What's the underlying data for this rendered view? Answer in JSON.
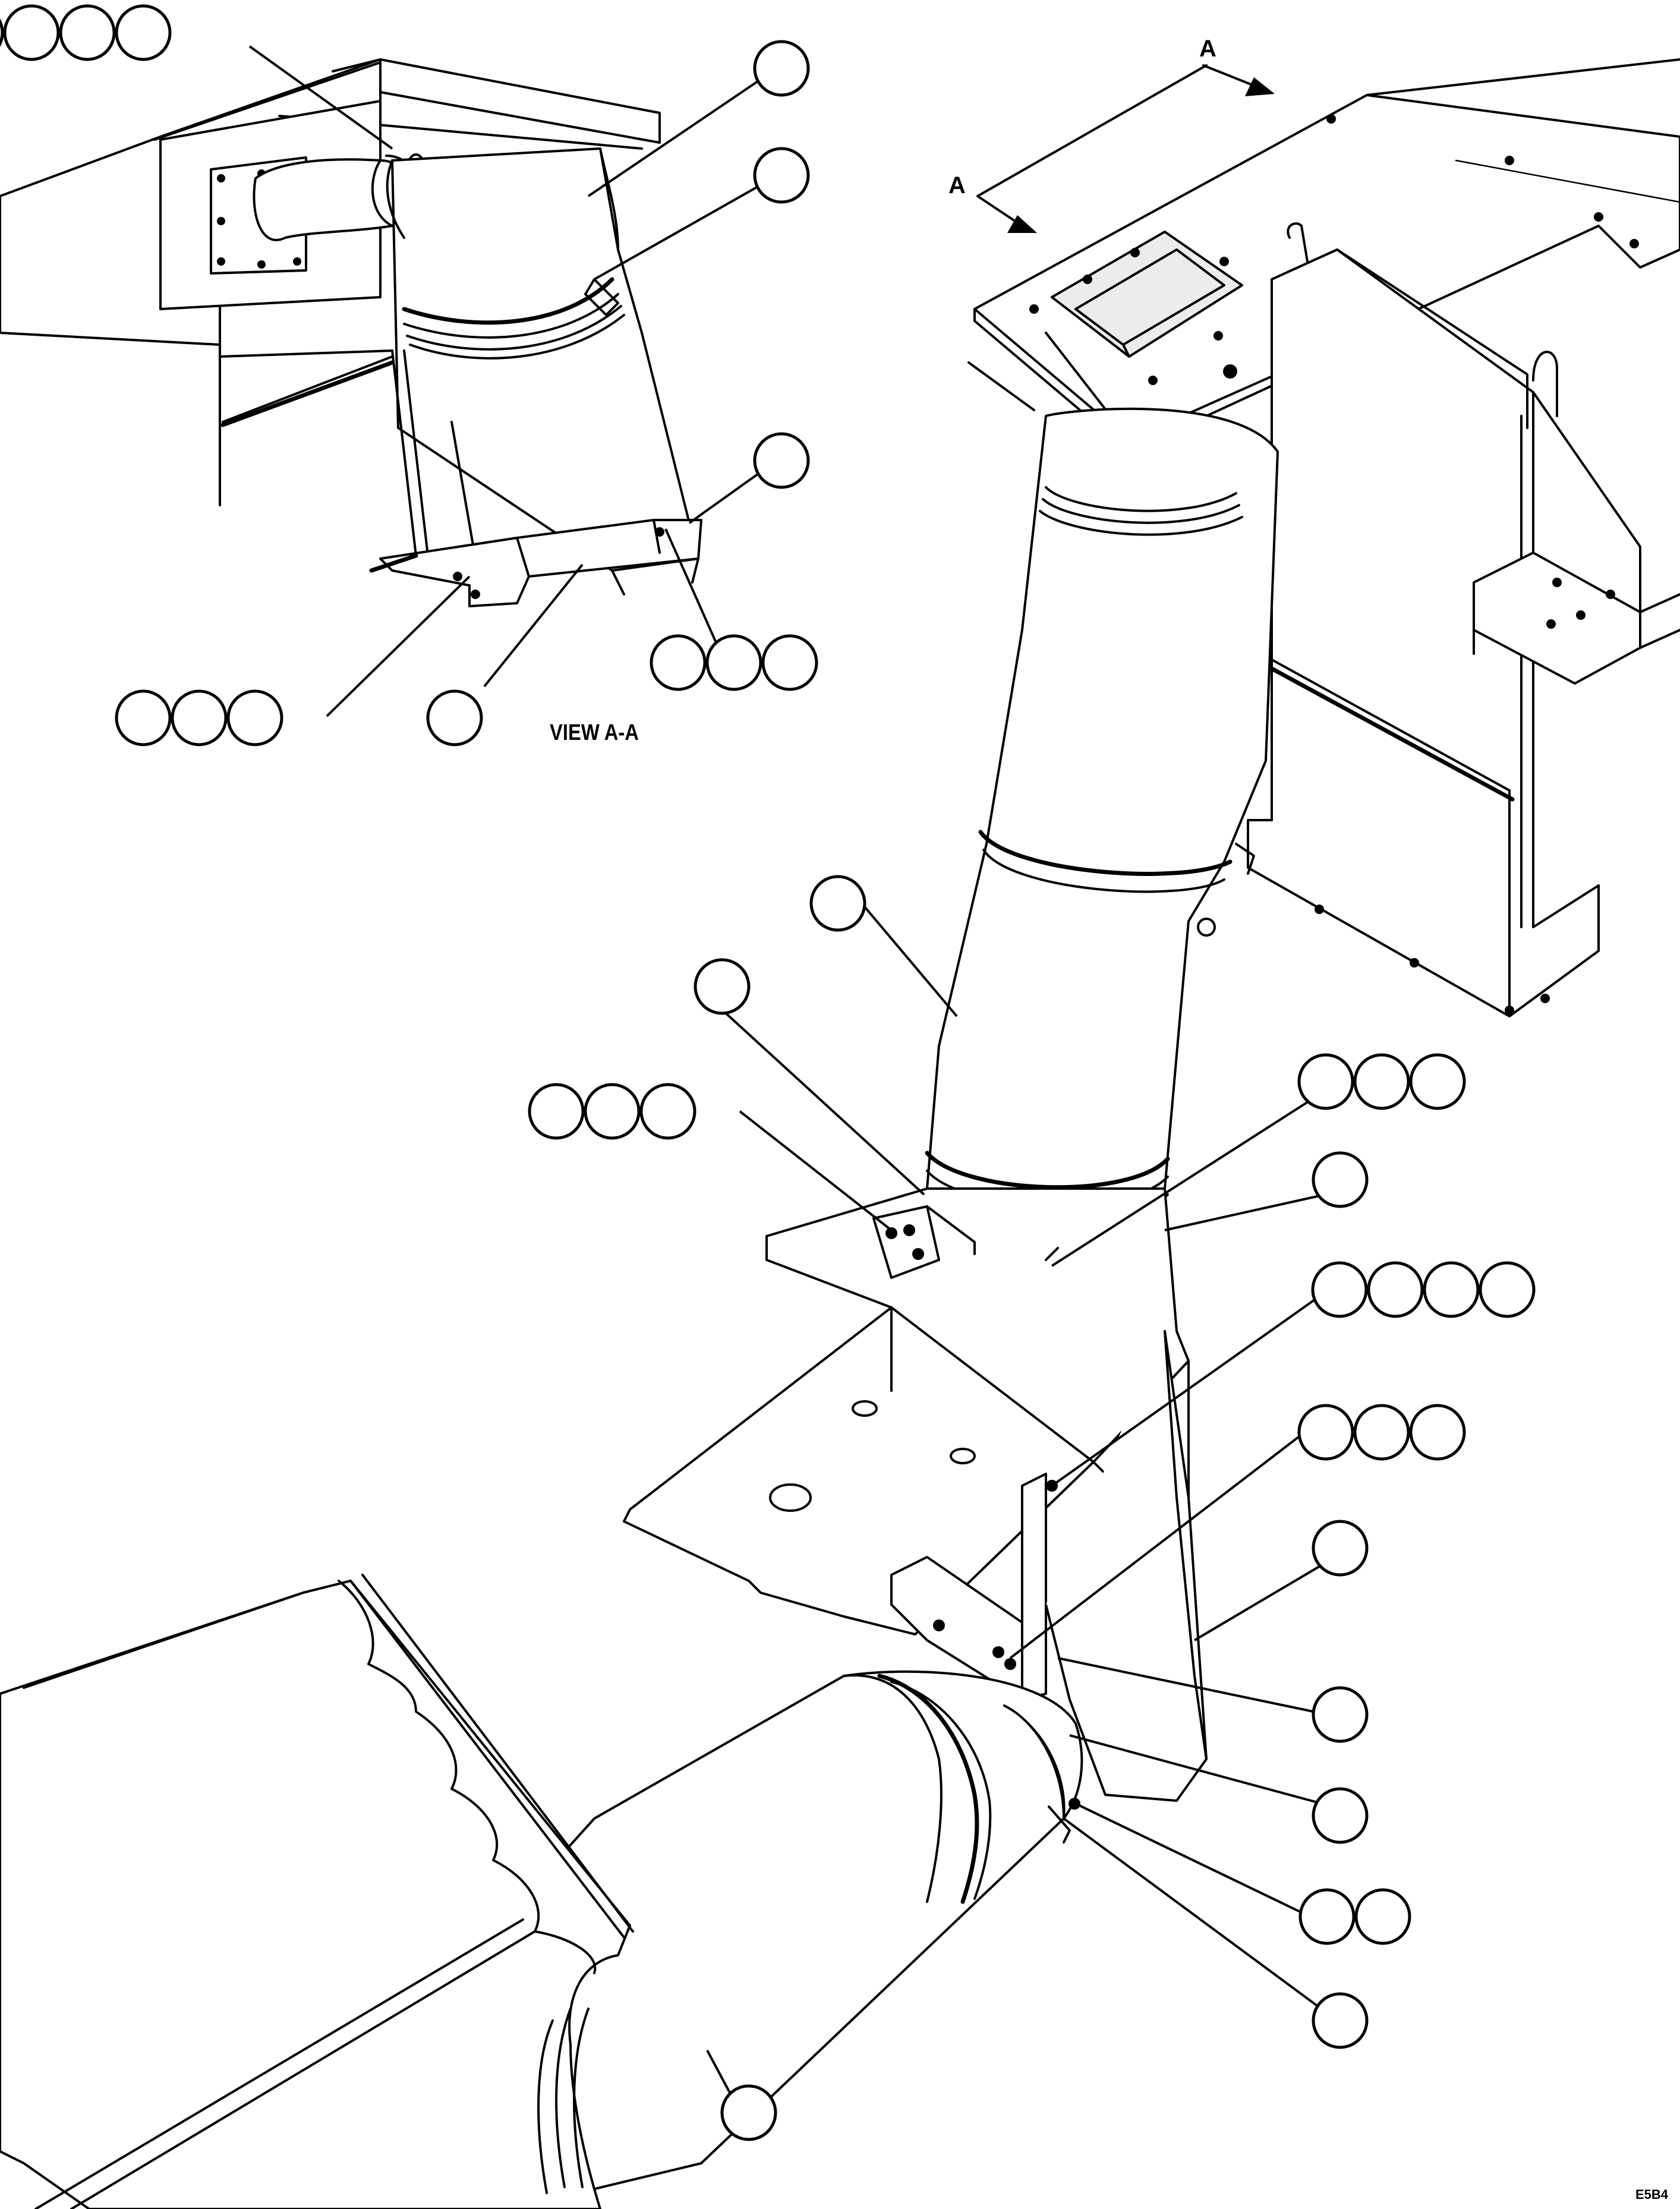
{
  "figure": {
    "view_label": "VIEW A-A",
    "section_letter_top": "A",
    "section_letter_left": "A",
    "sheet_code": "E5B4"
  },
  "balloon_groups": [
    {
      "name": "detail-balloon-group-top-left",
      "count": 4
    },
    {
      "name": "detail-balloon-upper-elbow",
      "count": 1
    },
    {
      "name": "detail-balloon-clamp-top",
      "count": 1
    },
    {
      "name": "detail-balloon-bracket-right",
      "count": 1
    },
    {
      "name": "detail-balloon-group-bottom-right",
      "count": 3
    },
    {
      "name": "detail-balloon-group-bottom-left",
      "count": 3
    },
    {
      "name": "detail-balloon-support",
      "count": 1
    },
    {
      "name": "main-balloon-elbow",
      "count": 1
    },
    {
      "name": "main-balloon-clamp-left",
      "count": 1
    },
    {
      "name": "main-balloon-group-hardware-left",
      "count": 3
    },
    {
      "name": "main-balloon-group-hardware-right",
      "count": 3
    },
    {
      "name": "main-balloon-clamp-right",
      "count": 1
    },
    {
      "name": "main-balloon-group-shield",
      "count": 4
    },
    {
      "name": "main-balloon-group-bracket",
      "count": 3
    },
    {
      "name": "main-balloon-pipe",
      "count": 1
    },
    {
      "name": "main-balloon-bracket",
      "count": 1
    },
    {
      "name": "main-balloon-lower-clamp",
      "count": 1
    },
    {
      "name": "main-balloon-group-clamp-bolt",
      "count": 2
    },
    {
      "name": "main-balloon-band",
      "count": 1
    },
    {
      "name": "main-balloon-muffler",
      "count": 1
    }
  ]
}
